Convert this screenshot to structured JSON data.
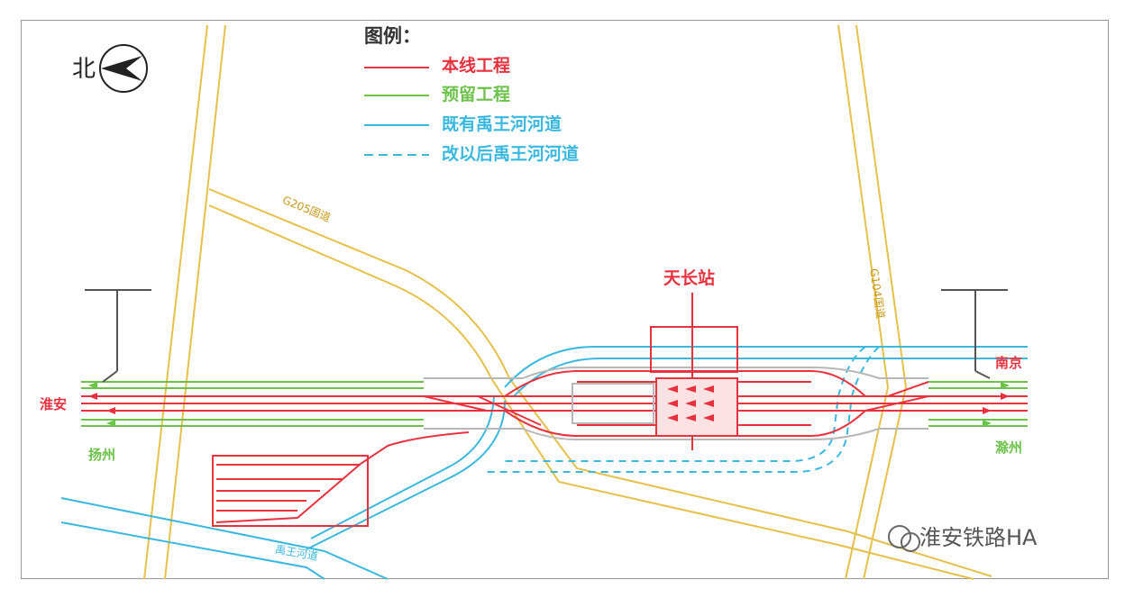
{
  "legend": {
    "title": "图例：",
    "items": [
      {
        "label": "本线工程",
        "color": "#e8333f",
        "style": "solid"
      },
      {
        "label": "预留工程",
        "color": "#6cc24a",
        "style": "solid"
      },
      {
        "label": "既有禹王河河道",
        "color": "#3ab8e0",
        "style": "solid"
      },
      {
        "label": "改以后禹王河河道",
        "color": "#3ab8e0",
        "style": "dashed"
      }
    ]
  },
  "north_label": "北",
  "station_name": "天长站",
  "directions": {
    "left_red": "淮安",
    "left_green": "扬州",
    "right_red": "南京",
    "right_green": "滁州"
  },
  "roads": [
    "G205国道",
    "G104国道"
  ],
  "river": "禹王河道",
  "watermark": "淮安铁路HA",
  "colors": {
    "red": "#e8333f",
    "green": "#6cc24a",
    "blue": "#3ab8e0",
    "road": "#e6c04a",
    "gray": "#9a9a9a"
  }
}
